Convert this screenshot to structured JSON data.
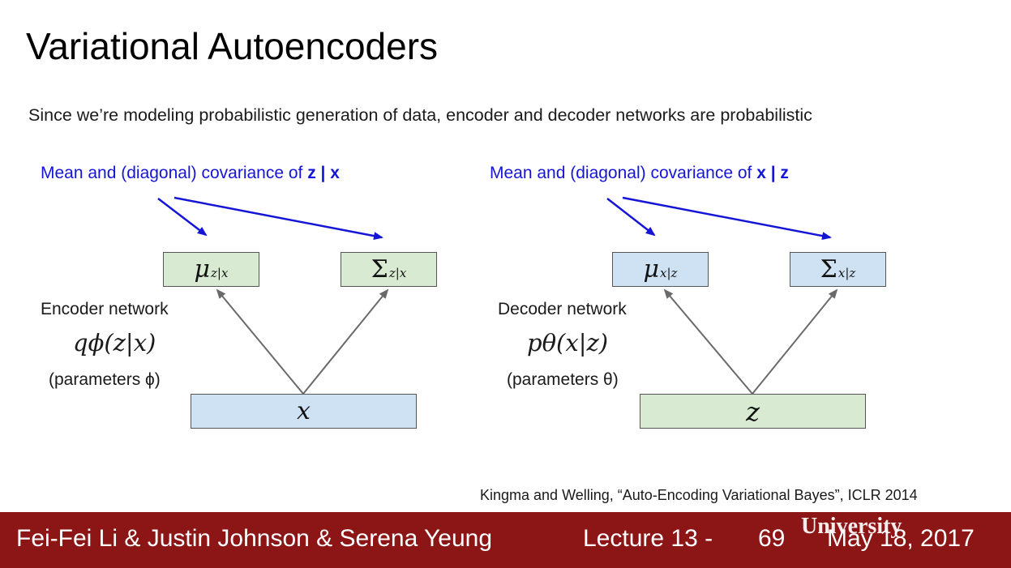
{
  "slide": {
    "title": "Variational Autoencoders",
    "subtitle": "Since we’re modeling probabilistic generation of data, encoder and decoder networks are probabilistic"
  },
  "encoder": {
    "annotation_prefix": "Mean and (diagonal) covariance of ",
    "annotation_bold": "z | x",
    "mean_symbol": "μ",
    "mean_sub": "z|x",
    "cov_symbol": "Σ",
    "cov_sub": "z|x",
    "network_label": "Encoder network",
    "distribution": "qϕ(z|x)",
    "parameters": "(parameters ϕ)",
    "input": "x"
  },
  "decoder": {
    "annotation_prefix": "Mean and (diagonal) covariance of ",
    "annotation_bold": "x | z",
    "mean_symbol": "μ",
    "mean_sub": "x|z",
    "cov_symbol": "Σ",
    "cov_sub": "x|z",
    "network_label": "Decoder network",
    "distribution": "pθ(x|z)",
    "parameters": "(parameters θ)",
    "input": "z"
  },
  "citation": "Kingma and Welling, “Auto-Encoding Variational Bayes”, ICLR 2014",
  "footer": {
    "authors": "Fei-Fei Li & Justin Johnson & Serena Yeung",
    "lecture": "Lecture 13 -",
    "slide_number": "69",
    "date": "May 18, 2017",
    "watermark": "University"
  },
  "colors": {
    "annotation_blue": "#1515d6",
    "box_green": "#d9ead3",
    "box_blue": "#cfe2f3",
    "footer_red": "#8c1515"
  }
}
